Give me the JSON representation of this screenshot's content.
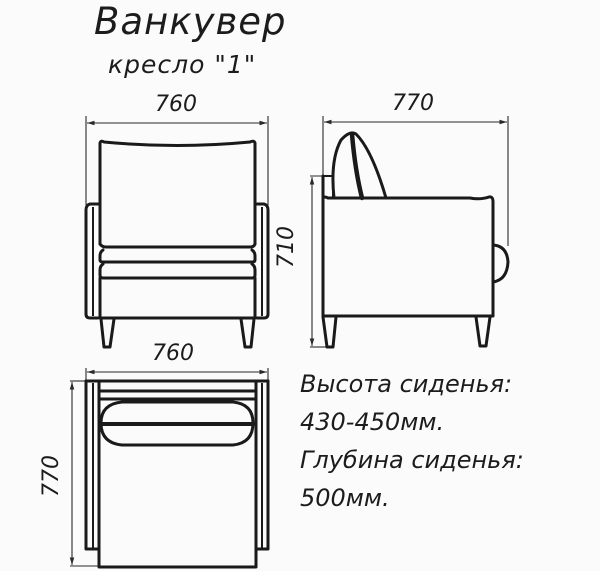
{
  "title": "Ванкувер",
  "subtitle": "кресло \"1\"",
  "views": {
    "front": {
      "label": "front-view",
      "width_dim": "760"
    },
    "side": {
      "label": "side-view",
      "depth_dim": "770",
      "height_dim": "710"
    },
    "top": {
      "label": "top-view",
      "width_dim": "760",
      "depth_dim": "770"
    }
  },
  "specs": {
    "seat_height_label": "Высота сиденья:",
    "seat_height_value": "430-450мм.",
    "seat_depth_label": "Глубина сиденья:",
    "seat_depth_value": "500мм."
  },
  "colors": {
    "line": "#1a1a1a",
    "background": "#fbfbfb"
  }
}
